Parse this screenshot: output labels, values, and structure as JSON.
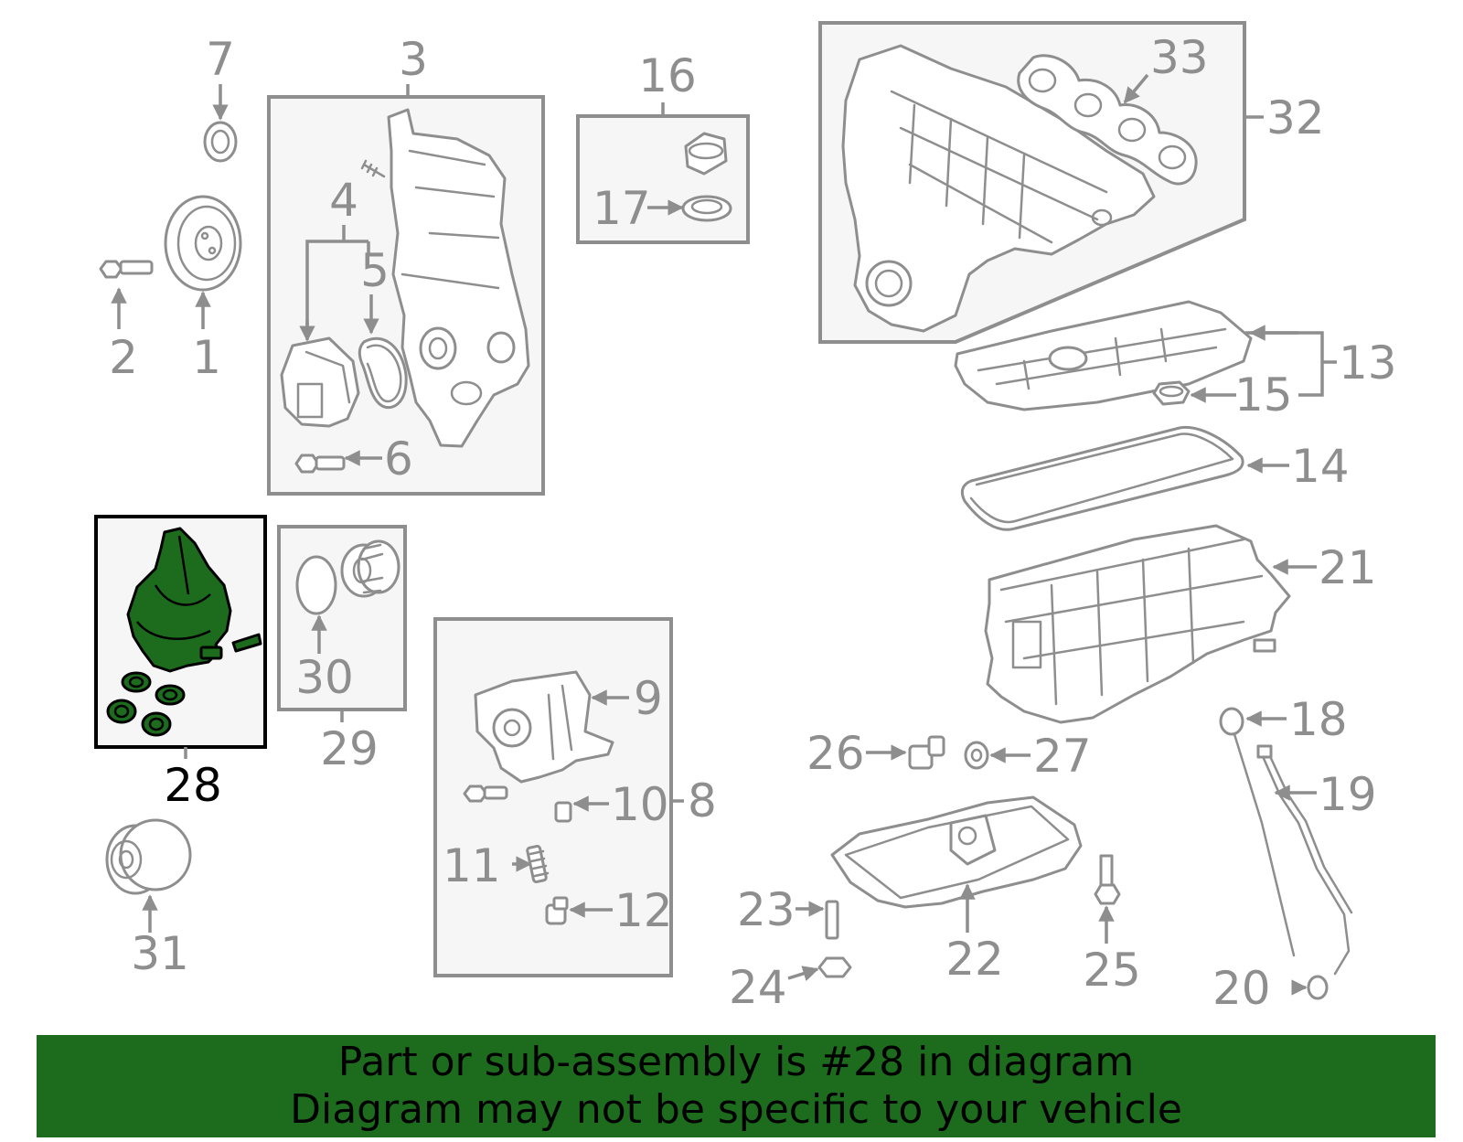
{
  "highlight": {
    "part_number": "28",
    "color": "#1d6b1d",
    "outline_color": "#000000"
  },
  "colors": {
    "line": "#8e8e8e",
    "box_fill": "#f6f6f6",
    "banner": "#1d6b1d",
    "banner_text": "#000000"
  },
  "callouts": {
    "c1": "1",
    "c2": "2",
    "c3": "3",
    "c4": "4",
    "c5": "5",
    "c6": "6",
    "c7": "7",
    "c8": "8",
    "c9": "9",
    "c10": "10",
    "c11": "11",
    "c12": "12",
    "c13": "13",
    "c14": "14",
    "c15": "15",
    "c16": "16",
    "c17": "17",
    "c18": "18",
    "c19": "19",
    "c20": "20",
    "c21": "21",
    "c22": "22",
    "c23": "23",
    "c24": "24",
    "c25": "25",
    "c26": "26",
    "c27": "27",
    "c28": "28",
    "c29": "29",
    "c30": "30",
    "c31": "31",
    "c32": "32",
    "c33": "33"
  },
  "footer": {
    "line1": "Part or sub-assembly is #28 in diagram",
    "line2": "Diagram may not be specific to your vehicle"
  }
}
